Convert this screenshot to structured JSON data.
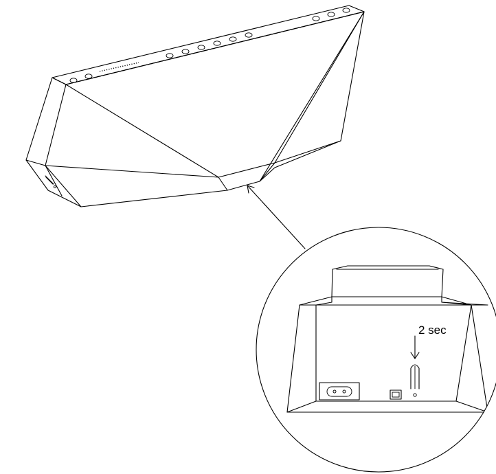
{
  "diagram": {
    "callout_label": "2 sec",
    "device": "speaker-top-view",
    "inset": "rear-panel-detail",
    "colors": {
      "line": "#000000",
      "background": "#ffffff"
    }
  }
}
